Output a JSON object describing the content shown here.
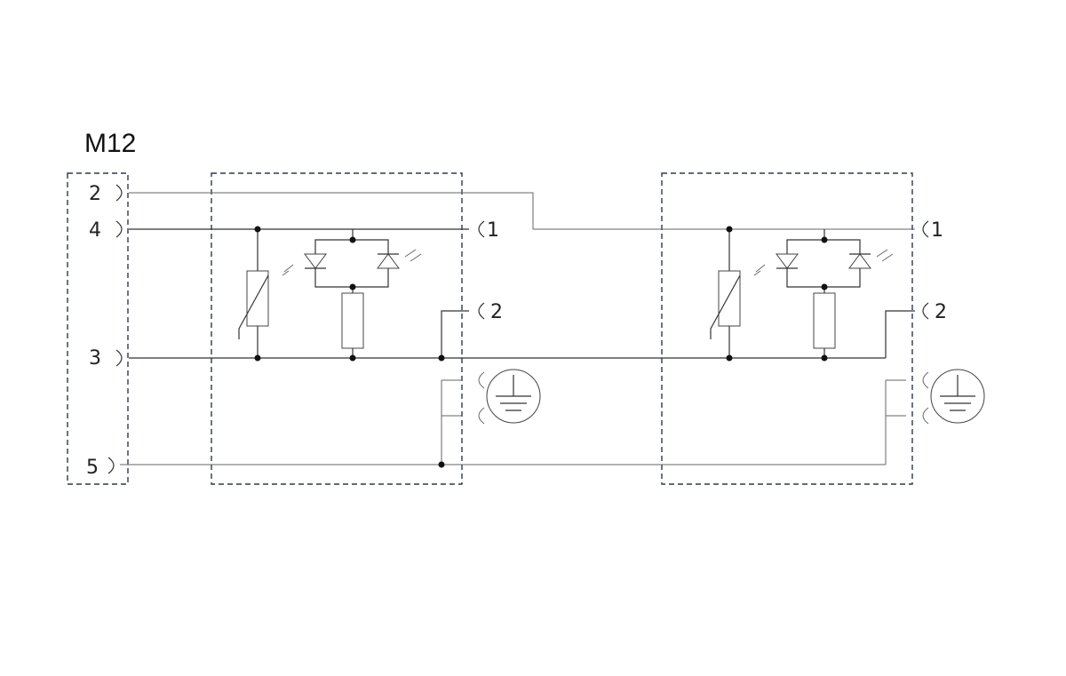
{
  "title": "M12",
  "connector_pins": [
    "2",
    "4",
    "3",
    "5"
  ],
  "channels": [
    {
      "out_pins": [
        "1",
        "2"
      ]
    },
    {
      "out_pins": [
        "1",
        "2"
      ]
    }
  ],
  "icons": [
    "varistor-icon",
    "led-icon",
    "resistor-icon",
    "ground-icon"
  ]
}
